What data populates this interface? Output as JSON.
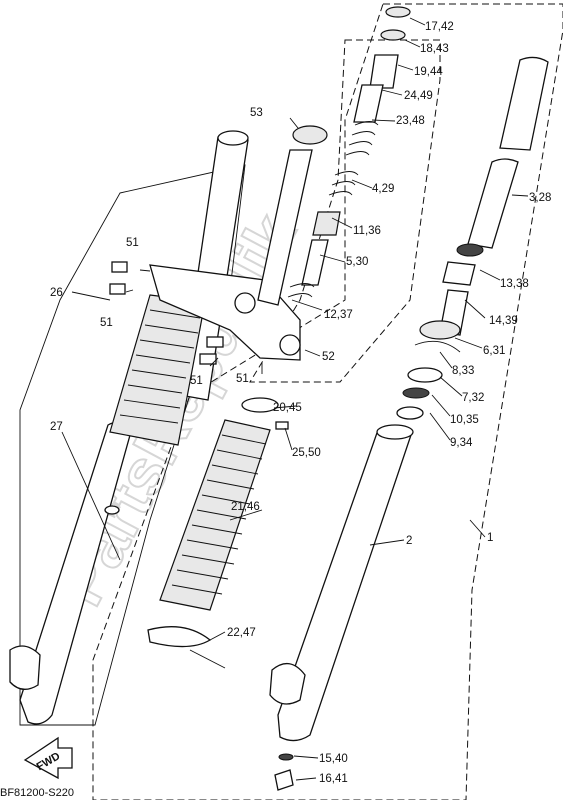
{
  "diagram_code": "BF81200-S220",
  "watermark": "PartsRepublik",
  "fwd_label": "FWD",
  "callouts": {
    "c17_42": "17,42",
    "c18_43": "18,43",
    "c19_44": "19,44",
    "c24_49": "24,49",
    "c53": "53",
    "c23_48": "23,48",
    "c4_29": "4,29",
    "c3_28": "3,28",
    "c11_36": "11,36",
    "c51a": "51",
    "c5_30": "5,30",
    "c13_38": "13,38",
    "c26": "26",
    "c51b": "51",
    "c12_37": "12,37",
    "c14_39": "14,39",
    "c6_31": "6,31",
    "c52": "52",
    "c51c": "51",
    "c51d": "51",
    "c8_33": "8,33",
    "c7_32": "7,32",
    "c27": "27",
    "c20_45": "20,45",
    "c10_35": "10,35",
    "c25_50": "25,50",
    "c9_34": "9,34",
    "c21_46": "21,46",
    "c2": "2",
    "c1": "1",
    "c22_47": "22,47",
    "c15_40": "15,40",
    "c16_41": "16,41"
  }
}
